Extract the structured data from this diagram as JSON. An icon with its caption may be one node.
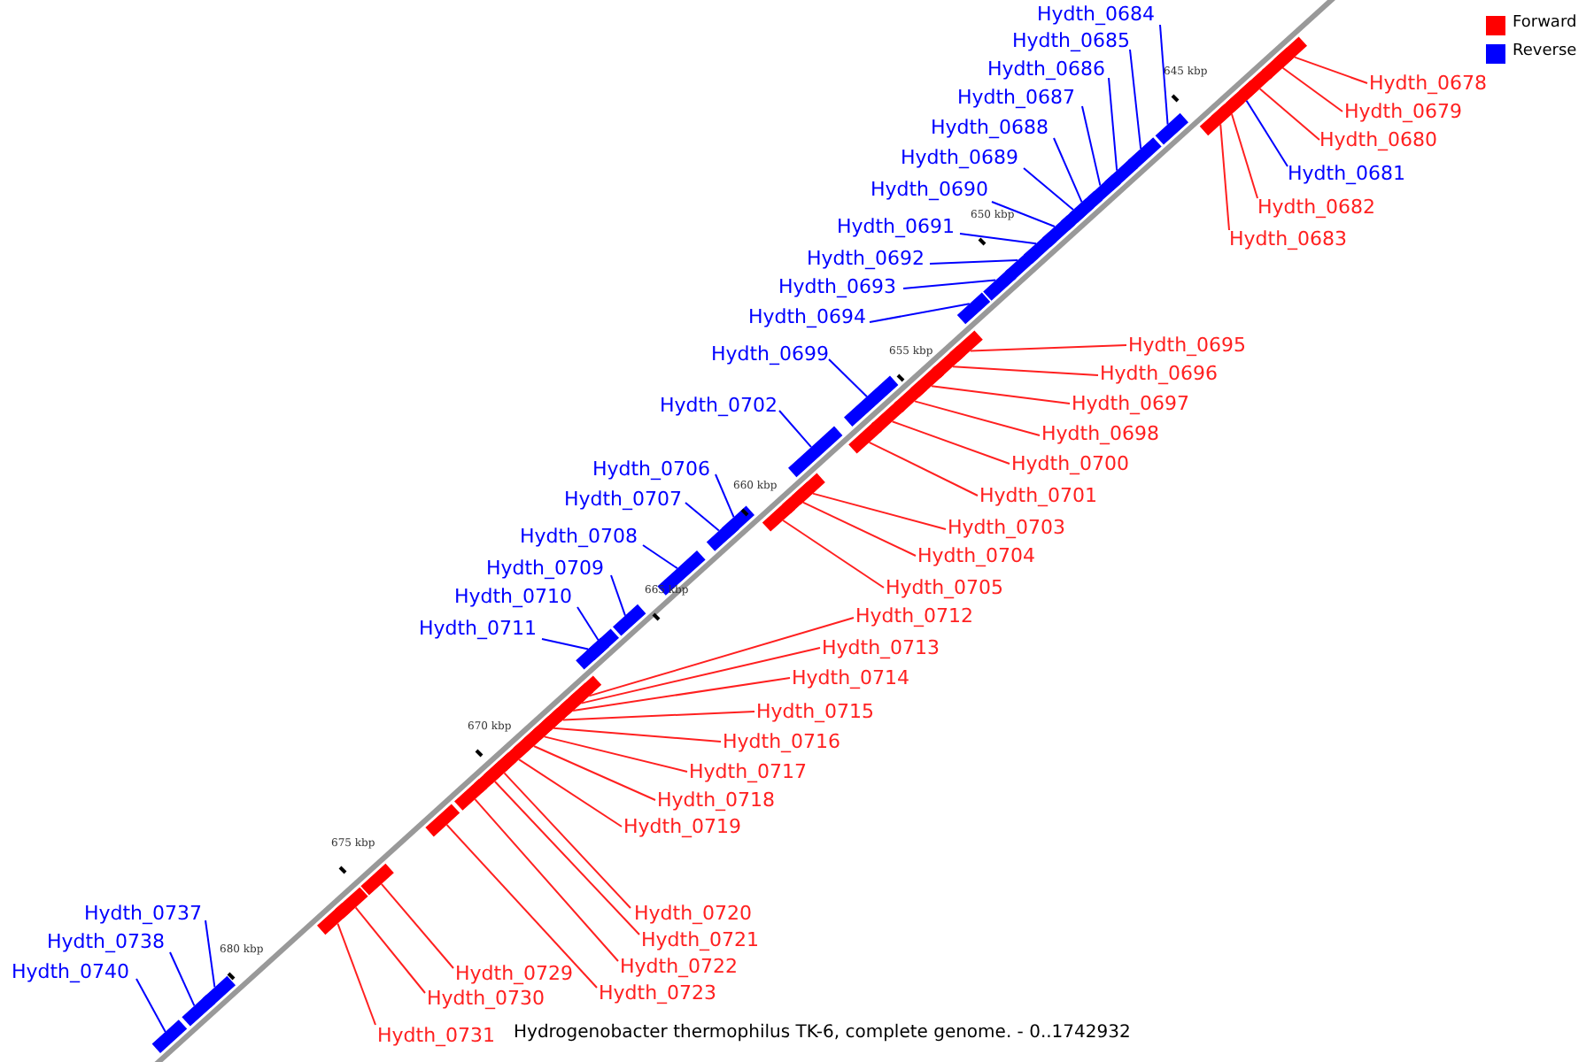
{
  "diagram": {
    "caption": "Hydrogenobacter thermophilus TK-6, complete genome. - 0..1742932",
    "nodes": [
      {
        "text": [
          "Hydth_0684"
        ]
      },
      {
        "text": [
          "Hydth_0685"
        ]
      },
      {
        "text": [
          "Hydth_0678"
        ]
      },
      {
        "text": [
          "Hydth_0686"
        ]
      },
      {
        "text": [
          "Hydth_0687"
        ]
      },
      {
        "text": [
          "Hydth_0679"
        ]
      },
      {
        "text": [
          "Hydth_0688"
        ]
      },
      {
        "text": [
          "Hydth_0680"
        ]
      },
      {
        "text": [
          "Hydth_0689"
        ]
      },
      {
        "text": [
          "Hydth_0681"
        ]
      },
      {
        "text": [
          "Hydth_0690"
        ]
      },
      {
        "text": [
          "Hydth_0682"
        ]
      },
      {
        "text": [
          "Hydth_0691"
        ]
      },
      {
        "text": [
          "Hydth_0683"
        ]
      },
      {
        "text": [
          "Hydth_0692"
        ]
      },
      {
        "text": [
          "Hydth_0693"
        ]
      },
      {
        "text": [
          "Hydth_0694"
        ]
      },
      {
        "text": [
          "Hydth_0695"
        ]
      },
      {
        "text": [
          "Hydth_0699"
        ]
      },
      {
        "text": [
          "Hydth_0696"
        ]
      },
      {
        "text": [
          "Hydth_0697"
        ]
      },
      {
        "text": [
          "Hydth_0702"
        ]
      },
      {
        "text": [
          "Hydth_0698"
        ]
      },
      {
        "text": [
          "Hydth_0700"
        ]
      },
      {
        "text": [
          "Hydth_0706"
        ]
      },
      {
        "text": [
          "Hydth_0701"
        ]
      },
      {
        "text": [
          "Hydth_0707"
        ]
      },
      {
        "text": [
          "Hydth_0708"
        ]
      },
      {
        "text": [
          "Hydth_0703"
        ]
      },
      {
        "text": [
          "Hydth_0704"
        ]
      },
      {
        "text": [
          "Hydth_0709"
        ]
      },
      {
        "text": [
          "Hydth_0705"
        ]
      },
      {
        "text": [
          "Hydth_0710"
        ]
      },
      {
        "text": [
          "Hydth_0712"
        ]
      },
      {
        "text": [
          "Hydth_0711"
        ]
      },
      {
        "text": [
          "Hydth_0713"
        ]
      },
      {
        "text": [
          "Hydth_0714"
        ]
      },
      {
        "text": [
          "Hydth_0715"
        ]
      },
      {
        "text": [
          "Hydth_0716"
        ]
      },
      {
        "text": [
          "Hydth_0717"
        ]
      },
      {
        "text": [
          "Hydth_0718"
        ]
      },
      {
        "text": [
          "Hydth_0719"
        ]
      },
      {
        "text": [
          "Hydth_0720"
        ]
      },
      {
        "text": [
          "Hydth_0737"
        ]
      },
      {
        "text": [
          "Hydth_0721"
        ]
      },
      {
        "text": [
          "Hydth_0738"
        ]
      },
      {
        "text": [
          "Hydth_0722"
        ]
      },
      {
        "text": [
          "Hydth_0740"
        ]
      },
      {
        "text": [
          "Hydth_0729"
        ]
      },
      {
        "text": [
          "Hydth_0723"
        ]
      },
      {
        "text": [
          "Hydth_0730"
        ]
      },
      {
        "text": [
          "Hydth_0731"
        ]
      },
      {
        "text": [],
        "shape": "box"
      },
      {
        "text": [],
        "shape": "box"
      },
      {
        "text": [],
        "shape": "box"
      },
      {
        "text": [],
        "shape": "box"
      },
      {
        "text": [],
        "shape": "box"
      },
      {
        "text": [],
        "shape": "box"
      },
      {
        "text": [],
        "shape": "box"
      },
      {
        "text": [],
        "shape": "box"
      },
      {
        "text": [],
        "shape": "box"
      },
      {
        "text": [],
        "shape": "box"
      },
      {
        "text": [],
        "shape": "box"
      },
      {
        "text": [],
        "shape": "box"
      },
      {
        "text": [],
        "shape": "box"
      },
      {
        "text": [],
        "shape": "box"
      },
      {
        "text": [],
        "shape": "box"
      },
      {
        "text": [],
        "shape": "box"
      },
      {
        "text": [],
        "shape": "box"
      },
      {
        "text": [],
        "shape": "box"
      },
      {
        "text": [],
        "shape": "box"
      },
      {
        "text": [],
        "shape": "box"
      },
      {
        "text": [],
        "shape": "box"
      },
      {
        "text": [],
        "shape": "box"
      },
      {
        "text": [],
        "shape": "box"
      },
      {
        "text": [],
        "shape": "box"
      },
      {
        "text": [],
        "shape": "box"
      },
      {
        "text": [],
        "shape": "box"
      },
      {
        "text": [],
        "shape": "box"
      },
      {
        "text": [],
        "shape": "box"
      },
      {
        "text": [],
        "shape": "box"
      },
      {
        "text": [],
        "shape": "box"
      },
      {
        "text": [],
        "shape": "box"
      },
      {
        "text": [],
        "shape": "box"
      },
      {
        "text": [],
        "shape": "box"
      },
      {
        "text": [],
        "shape": "box"
      },
      {
        "text": [],
        "shape": "box"
      },
      {
        "text": [],
        "shape": "box"
      },
      {
        "text": [],
        "shape": "box"
      },
      {
        "text": [],
        "shape": "box"
      },
      {
        "text": [],
        "shape": "box"
      },
      {
        "text": [],
        "shape": "box"
      },
      {
        "text": [],
        "shape": "box"
      },
      {
        "text": [],
        "shape": "box"
      },
      {
        "text": [],
        "shape": "box"
      },
      {
        "text": [],
        "shape": "box"
      },
      {
        "text": [],
        "shape": "box"
      },
      {
        "text": [],
        "shape": "box"
      },
      {
        "text": [],
        "shape": "box"
      },
      {
        "text": [],
        "shape": "box"
      },
      {
        "text": [],
        "shape": "box"
      },
      {
        "text": [],
        "shape": "box"
      },
      {
        "text": [],
        "shape": "box"
      },
      {
        "text": [],
        "shape": "box"
      }
    ],
    "edges": [
      {
        "from": 0,
        "to": 52,
        "arrow": "none",
        "color": "#0000ff"
      },
      {
        "from": 1,
        "to": 53,
        "arrow": "none",
        "color": "#0000ff"
      },
      {
        "from": 2,
        "to": 54,
        "arrow": "none"
      },
      {
        "from": 3,
        "to": 55,
        "arrow": "none",
        "color": "#0000ff"
      },
      {
        "from": 4,
        "to": 56,
        "arrow": "none",
        "color": "#0000ff"
      },
      {
        "from": 5,
        "to": 57,
        "arrow": "none"
      },
      {
        "from": 6,
        "to": 58,
        "arrow": "none",
        "color": "#0000ff"
      },
      {
        "from": 7,
        "to": 59,
        "arrow": "none"
      },
      {
        "from": 8,
        "to": 60,
        "arrow": "none",
        "color": "#0000ff"
      },
      {
        "from": 9,
        "to": 61,
        "arrow": "none",
        "color": "#0000ff"
      },
      {
        "from": 10,
        "to": 62,
        "arrow": "none",
        "color": "#0000ff"
      },
      {
        "from": 11,
        "to": 63,
        "arrow": "none"
      },
      {
        "from": 12,
        "to": 64,
        "arrow": "none",
        "color": "#0000ff"
      },
      {
        "from": 13,
        "to": 65,
        "arrow": "none"
      },
      {
        "from": 14,
        "to": 66,
        "arrow": "none",
        "color": "#0000ff"
      },
      {
        "from": 15,
        "to": 67,
        "arrow": "none",
        "color": "#0000ff"
      },
      {
        "from": 16,
        "to": 68,
        "arrow": "none",
        "color": "#0000ff"
      },
      {
        "from": 17,
        "to": 69,
        "arrow": "none"
      },
      {
        "from": 18,
        "to": 70,
        "arrow": "none",
        "color": "#0000ff"
      },
      {
        "from": 19,
        "to": 71,
        "arrow": "none"
      },
      {
        "from": 20,
        "to": 72,
        "arrow": "none"
      },
      {
        "from": 21,
        "to": 73,
        "arrow": "none",
        "color": "#0000ff"
      },
      {
        "from": 22,
        "to": 74,
        "arrow": "none"
      },
      {
        "from": 23,
        "to": 75,
        "arrow": "none"
      },
      {
        "from": 24,
        "to": 76,
        "arrow": "none",
        "color": "#0000ff"
      },
      {
        "from": 25,
        "to": 77,
        "arrow": "none"
      },
      {
        "from": 26,
        "to": 78,
        "arrow": "none",
        "color": "#0000ff"
      },
      {
        "from": 27,
        "to": 79,
        "arrow": "none",
        "color": "#0000ff"
      },
      {
        "from": 28,
        "to": 80,
        "arrow": "none"
      },
      {
        "from": 29,
        "to": 81,
        "arrow": "none"
      },
      {
        "from": 30,
        "to": 82,
        "arrow": "none",
        "color": "#0000ff"
      },
      {
        "from": 31,
        "to": 83,
        "arrow": "none"
      },
      {
        "from": 32,
        "to": 84,
        "arrow": "none",
        "color": "#0000ff"
      },
      {
        "from": 33,
        "to": 85,
        "arrow": "none"
      },
      {
        "from": 34,
        "to": 86,
        "arrow": "none",
        "color": "#0000ff"
      },
      {
        "from": 35,
        "to": 87,
        "arrow": "none"
      },
      {
        "from": 36,
        "to": 88,
        "arrow": "none"
      },
      {
        "from": 37,
        "to": 89,
        "arrow": "none"
      },
      {
        "from": 38,
        "to": 90,
        "arrow": "none"
      },
      {
        "from": 39,
        "to": 91,
        "arrow": "none"
      },
      {
        "from": 40,
        "to": 92,
        "arrow": "none"
      },
      {
        "from": 41,
        "to": 93,
        "arrow": "none"
      },
      {
        "from": 42,
        "to": 94,
        "arrow": "none"
      },
      {
        "from": 43,
        "to": 95,
        "arrow": "none",
        "color": "#0000ff"
      },
      {
        "from": 44,
        "to": 96,
        "arrow": "none"
      },
      {
        "from": 45,
        "to": 97,
        "arrow": "none",
        "color": "#0000ff"
      },
      {
        "from": 46,
        "to": 98,
        "arrow": "none"
      },
      {
        "from": 47,
        "to": 99,
        "arrow": "none",
        "color": "#0000ff"
      },
      {
        "from": 48,
        "to": 100,
        "arrow": "none"
      },
      {
        "from": 49,
        "to": 101,
        "arrow": "none"
      },
      {
        "from": 50,
        "to": 102,
        "arrow": "none"
      },
      {
        "from": 51,
        "to": 103,
        "arrow": "none"
      }
    ],
    "labels": [
      "645 kbp",
      "650 kbp",
      "655 kbp",
      "660 kbp",
      "665 kbp",
      "670 kbp",
      "675 kbp",
      "680 kbp"
    ],
    "legend": [
      {
        "text": "Forward",
        "color": "#ff0000"
      },
      {
        "text": "Reverse",
        "color": "#0000ff"
      }
    ]
  }
}
